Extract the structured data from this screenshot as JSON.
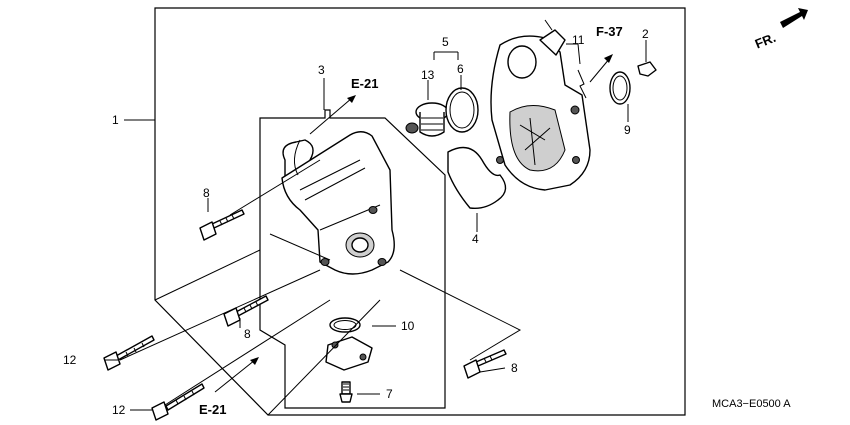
{
  "callouts": {
    "c1": "1",
    "c2": "2",
    "c3": "3",
    "c4": "4",
    "c5": "5",
    "c6": "6",
    "c7": "7",
    "c8a": "8",
    "c8b": "8",
    "c8c": "8",
    "c9": "9",
    "c10": "10",
    "c11": "11",
    "c12a": "12",
    "c12b": "12",
    "c13": "13"
  },
  "refs": {
    "e21_top": "E-21",
    "e21_bottom": "E-21",
    "f37": "F-37"
  },
  "front_marker": "FR.",
  "diagram_code": "MCA3−E0500 A"
}
